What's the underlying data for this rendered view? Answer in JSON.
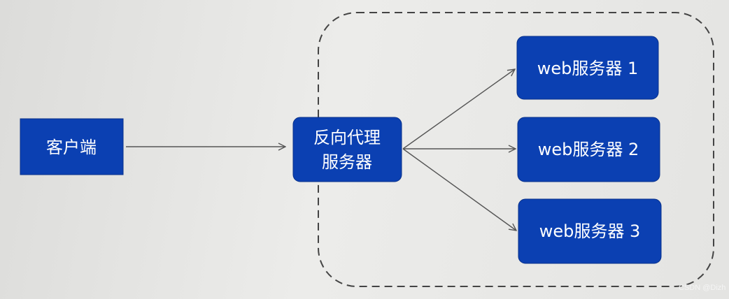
{
  "nodes": {
    "client": "客户端",
    "proxy_line1": "反向代理",
    "proxy_line2": "服务器",
    "web1": "web服务器 1",
    "web2": "web服务器 2",
    "web3": "web服务器 3"
  },
  "colors": {
    "box": "#0b40b2",
    "text": "#ffffff",
    "edge": "#555555"
  },
  "watermark": "CSDN @Dizh"
}
